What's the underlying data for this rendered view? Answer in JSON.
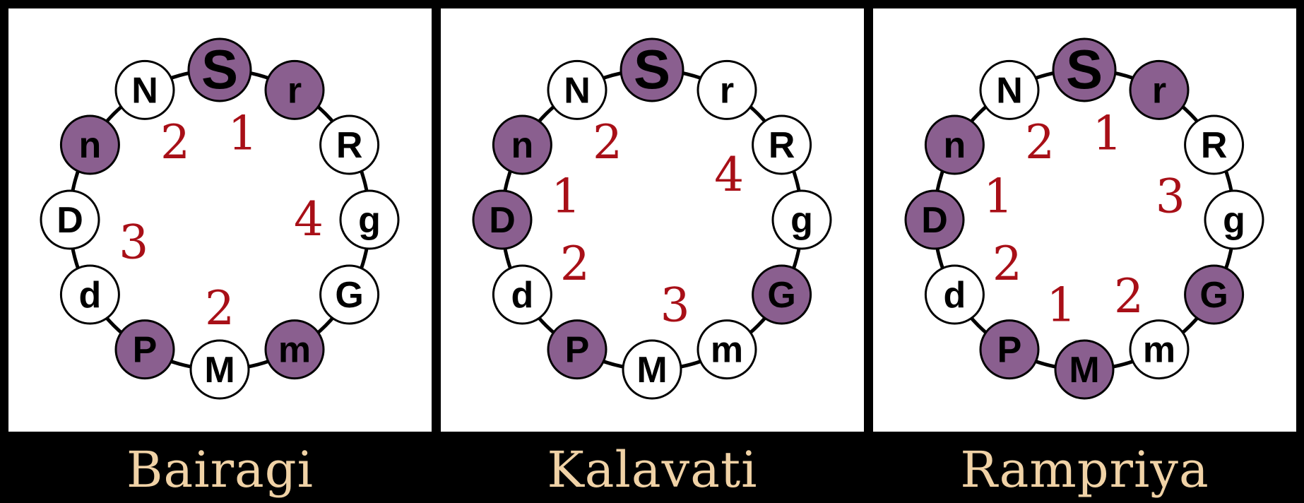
{
  "colors": {
    "filled": "#8a5f8f",
    "empty": "#ffffff",
    "outline": "#000000",
    "interval_text": "#a80f17",
    "caption_text": "#f0d2a6",
    "background": "#000000",
    "panel": "#ffffff"
  },
  "note_order": [
    "S",
    "r",
    "R",
    "g",
    "G",
    "m",
    "M",
    "P",
    "d",
    "D",
    "n",
    "N"
  ],
  "panels": [
    {
      "name": "Bairagi",
      "filled": [
        "S",
        "r",
        "m",
        "P",
        "n"
      ],
      "intervals": [
        "1",
        "4",
        "2",
        "3",
        "2"
      ]
    },
    {
      "name": "Kalavati",
      "filled": [
        "S",
        "G",
        "P",
        "D",
        "n"
      ],
      "intervals": [
        "4",
        "3",
        "2",
        "1",
        "2"
      ]
    },
    {
      "name": "Rampriya",
      "filled": [
        "S",
        "r",
        "G",
        "M",
        "P",
        "D",
        "n"
      ],
      "intervals": [
        "1",
        "3",
        "2",
        "1",
        "2",
        "1",
        "2"
      ]
    }
  ]
}
